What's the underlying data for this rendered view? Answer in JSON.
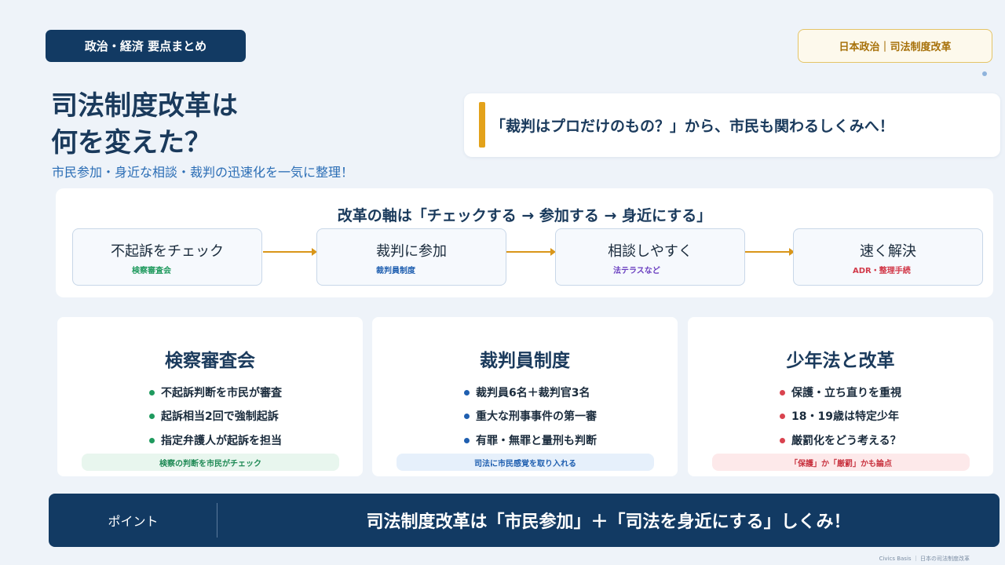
{
  "header": {
    "badge": "政治・経済 要点まとめ",
    "tag": "日本政治｜司法制度改革"
  },
  "title": {
    "line1": "司法制度改革は",
    "line2": "何を変えた？",
    "subtitle": "市民参加・身近な相談・裁判の迅速化を一気に整理！"
  },
  "quote": "「裁判はプロだけのもの？」から、市民も関わるしくみへ！",
  "axis": {
    "heading": "改革の軸は「チェックする → 参加する → 身近にする」",
    "steps": [
      {
        "label": "不起訴をチェック",
        "sub": "検察審査会",
        "color": "#1f9a5e"
      },
      {
        "label": "裁判に参加",
        "sub": "裁判員制度",
        "color": "#1f5fb0"
      },
      {
        "label": "相談しやすく",
        "sub": "法テラスなど",
        "color": "#6a3fc0"
      },
      {
        "label": "速く解決",
        "sub": "ADR・整理手続",
        "color": "#d23a4a"
      }
    ]
  },
  "cards": [
    {
      "title": "検察審査会",
      "bullets": [
        "不起訴判断を市民が審査",
        "起訴相当2回で強制起訴",
        "指定弁護人が起訴を担当"
      ],
      "footer": "検察の判断を市民がチェック",
      "dot_color": "#1f9a5e",
      "foot_bg": "#e8f6ee",
      "foot_color": "#1f8a55"
    },
    {
      "title": "裁判員制度",
      "bullets": [
        "裁判員6名＋裁判官3名",
        "重大な刑事事件の第一審",
        "有罪・無罪と量刑も判断"
      ],
      "footer": "司法に市民感覚を取り入れる",
      "dot_color": "#1f5fb0",
      "foot_bg": "#e6f0fb",
      "foot_color": "#1f5fb0"
    },
    {
      "title": "少年法と改革",
      "bullets": [
        "保護・立ち直りを重視",
        "18・19歳は特定少年",
        "厳罰化をどう考える？"
      ],
      "footer": "「保護」か「厳罰」かも論点",
      "dot_color": "#d9434f",
      "foot_bg": "#fde9ea",
      "foot_color": "#c8323f"
    }
  ],
  "point": {
    "label": "ポイント",
    "text": "司法制度改革は「市民参加」＋「司法を身近にする」しくみ！"
  },
  "footer_note": "Civics Basis ｜ 日本の司法制度改革"
}
